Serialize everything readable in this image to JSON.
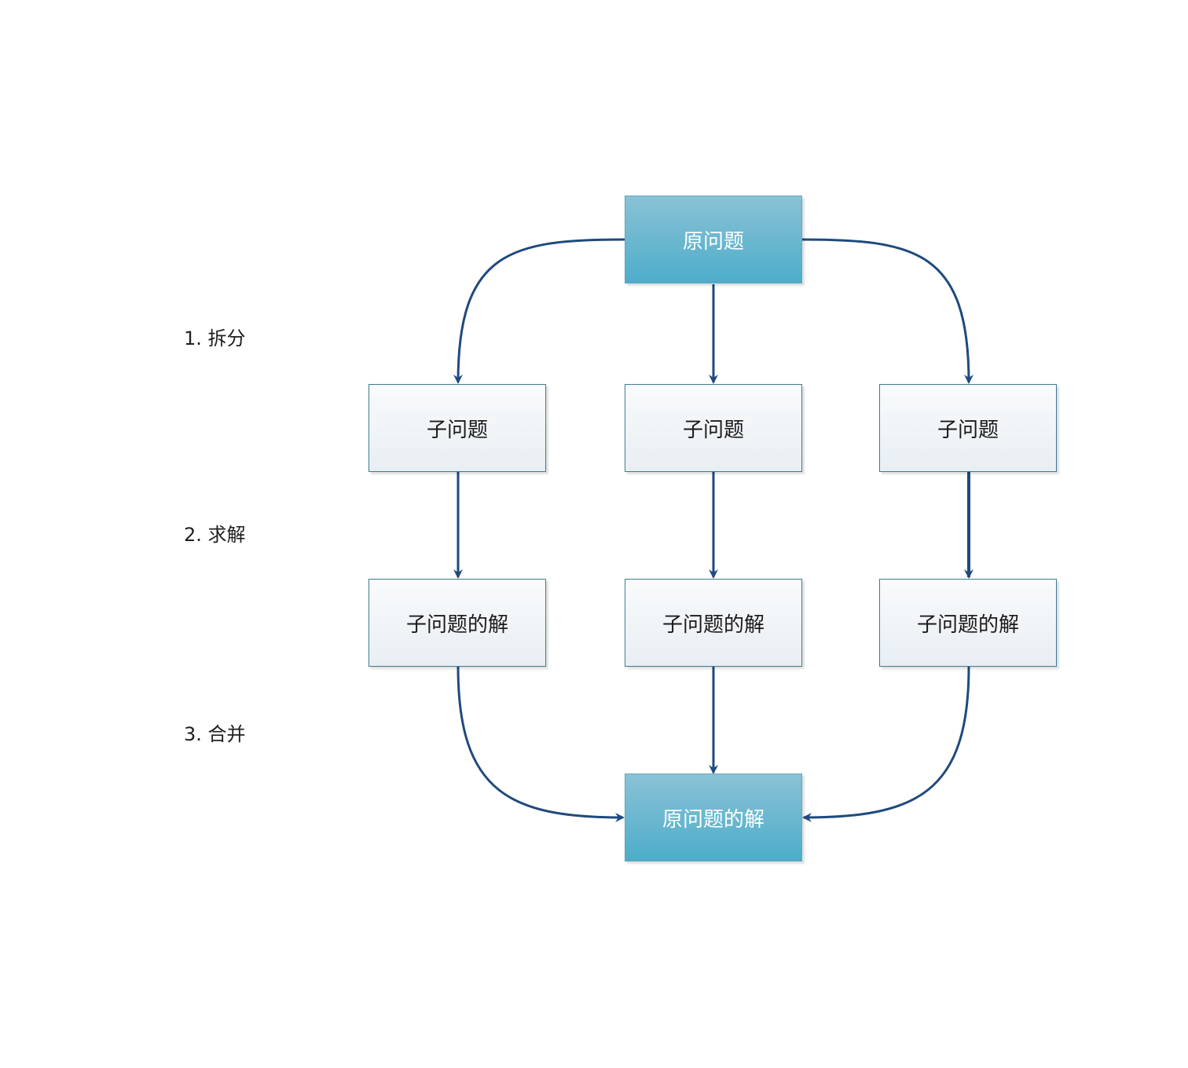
{
  "steps": {
    "split": "1. 拆分",
    "solve": "2. 求解",
    "merge": "3. 合并"
  },
  "nodes": {
    "original_problem": "原问题",
    "subproblem_1": "子问题",
    "subproblem_2": "子问题",
    "subproblem_3": "子问题",
    "subsolution_1": "子问题的解",
    "subsolution_2": "子问题的解",
    "subsolution_3": "子问题的解",
    "original_solution": "原问题的解"
  },
  "colors": {
    "arrow": "#1f4a7e",
    "main_box_top": "#8ac2d6",
    "main_box_bottom": "#4dadc9",
    "sub_box_border": "#3c7c90"
  }
}
